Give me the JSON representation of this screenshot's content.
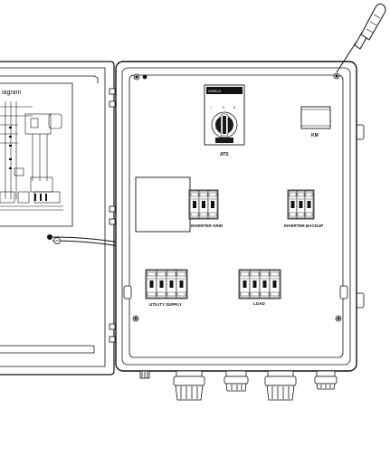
{
  "door": {
    "diagram_title": "iagram"
  },
  "ats": {
    "label": "ATS",
    "header_text": "SHIELD",
    "switch_positions": [
      "I",
      "0",
      "II"
    ]
  },
  "km": {
    "label": "KM"
  },
  "breakers": {
    "inverter_grid": {
      "label": "INVERTER GRID",
      "poles": 3
    },
    "inverter_backup": {
      "label": "INVERTER BACKUP",
      "poles": 3
    },
    "utility_supply": {
      "label": "UTILITY SUPPLY",
      "poles": 4
    },
    "load": {
      "label": "LOAD",
      "poles": 4
    }
  },
  "cable_glands": {
    "count": 4
  },
  "colors": {
    "stroke": "#111111",
    "panel_fill": "#ffffff",
    "dial_fill": "#1a1a1a"
  },
  "icons": [
    "screwdriver-icon",
    "ground-terminal-icon",
    "enclosure-screw-icon",
    "hinge-icon"
  ]
}
